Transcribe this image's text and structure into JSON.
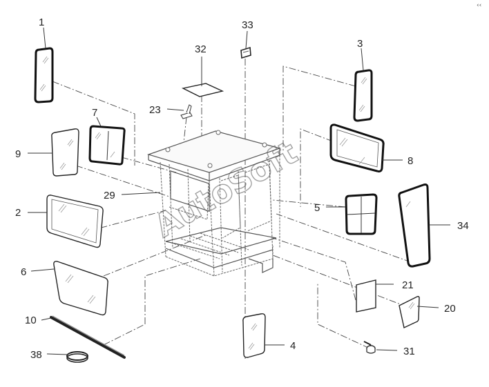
{
  "watermark": "AutoSoft",
  "corner_mark": "‹‹",
  "callouts": [
    {
      "id": "c1",
      "text": "1"
    },
    {
      "id": "c2",
      "text": "2"
    },
    {
      "id": "c3",
      "text": "3"
    },
    {
      "id": "c4",
      "text": "4"
    },
    {
      "id": "c5",
      "text": "5"
    },
    {
      "id": "c6",
      "text": "6"
    },
    {
      "id": "c7",
      "text": "7"
    },
    {
      "id": "c8",
      "text": "8"
    },
    {
      "id": "c9",
      "text": "9"
    },
    {
      "id": "c10",
      "text": "10"
    },
    {
      "id": "c20",
      "text": "20"
    },
    {
      "id": "c21",
      "text": "21"
    },
    {
      "id": "c23",
      "text": "23"
    },
    {
      "id": "c29",
      "text": "29"
    },
    {
      "id": "c31",
      "text": "31"
    },
    {
      "id": "c32",
      "text": "32"
    },
    {
      "id": "c33",
      "text": "33"
    },
    {
      "id": "c34",
      "text": "34"
    },
    {
      "id": "c38",
      "text": "38"
    }
  ]
}
